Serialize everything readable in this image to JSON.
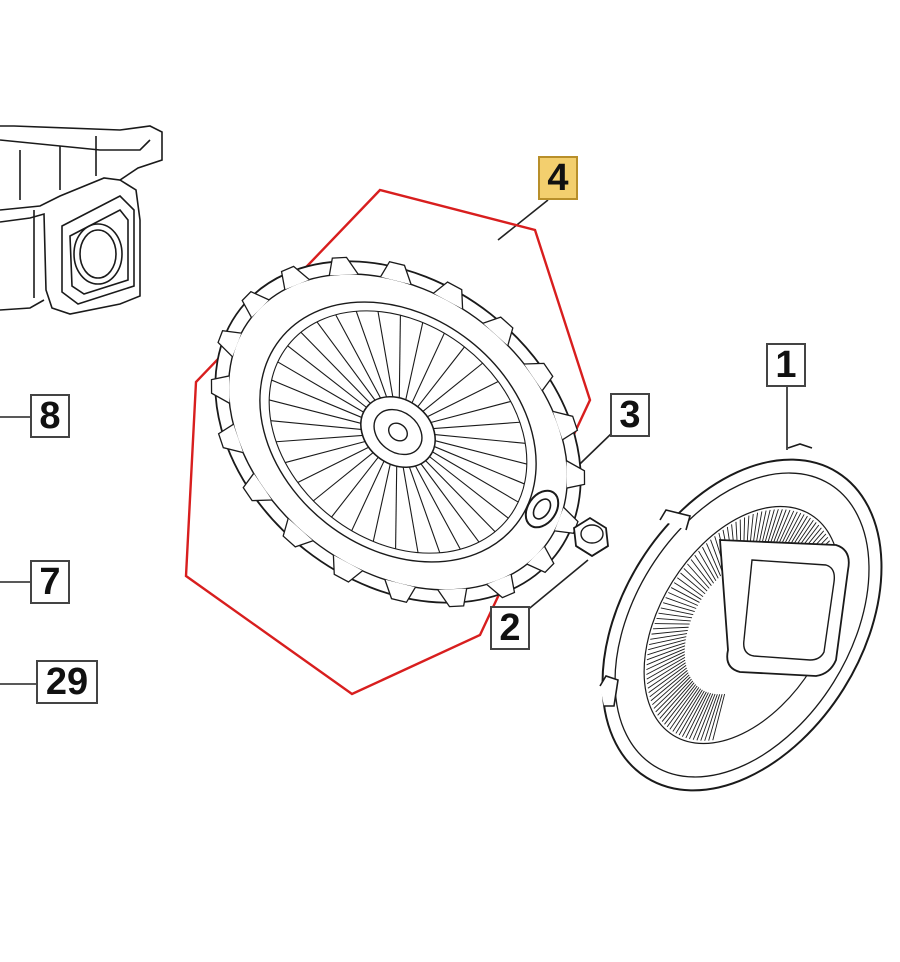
{
  "diagram": {
    "callouts": [
      {
        "id": "c4",
        "label": "4",
        "highlighted": true
      },
      {
        "id": "c1",
        "label": "1"
      },
      {
        "id": "c3",
        "label": "3"
      },
      {
        "id": "c2",
        "label": "2"
      },
      {
        "id": "c8",
        "label": "8"
      },
      {
        "id": "c7",
        "label": "7"
      },
      {
        "id": "c29",
        "label": "29"
      }
    ],
    "colors": {
      "outline": "#1a1a1a",
      "selection": "#d81e1e",
      "highlight_fill": "#f3cf6e",
      "leader": "#222222"
    }
  }
}
